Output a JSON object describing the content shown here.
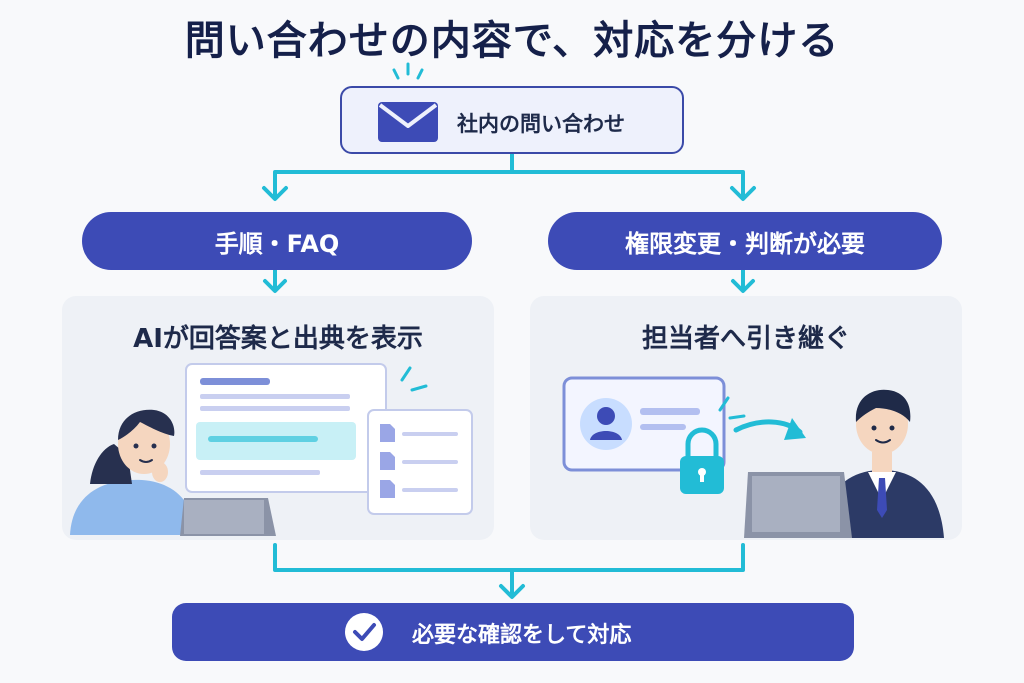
{
  "title": "問い合わせの内容で、対応を分ける",
  "inquiry": {
    "label": "社内の問い合わせ",
    "icon": "envelope-icon"
  },
  "left_branch": {
    "pill_label": "手順・FAQ",
    "heading": "AIが回答案と出典を表示"
  },
  "right_branch": {
    "pill_label": "権限変更・判断が必要",
    "heading": "担当者へ引き継ぐ"
  },
  "result": {
    "label": "必要な確認をして対応",
    "icon": "check-circle-icon"
  },
  "colors": {
    "navy": "#3d4bb6",
    "arrow": "#22bcd6",
    "background": "#f8f9fb"
  }
}
